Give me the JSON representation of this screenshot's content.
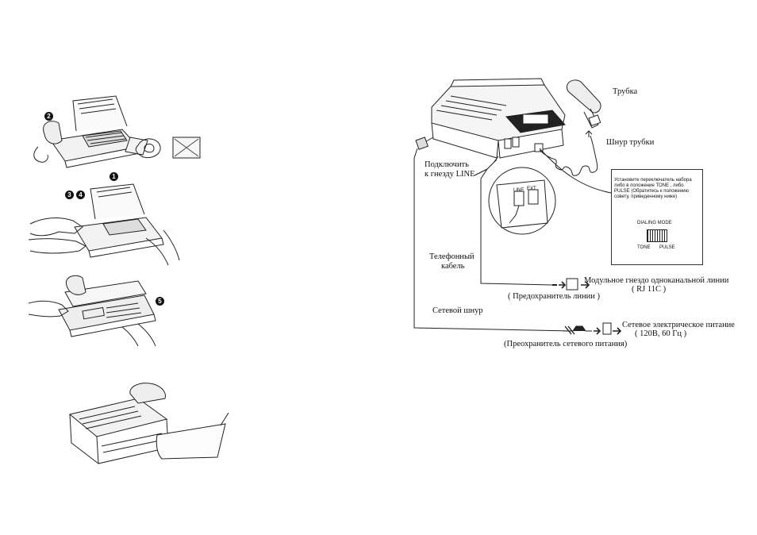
{
  "left_panel": {
    "callouts": {
      "c1": "1",
      "c2": "2",
      "c3": "3",
      "c4": "4",
      "c5": "5"
    }
  },
  "right_panel": {
    "handset": "Трубка",
    "handset_cord": "Шнур трубки",
    "connect_line_1": "Подключить",
    "connect_line_2": "к гнезду LINE",
    "phone_cable_1": "Телефонный",
    "phone_cable_2": "кабель",
    "power_cord": "Сетевой шнур",
    "jack_label": "Модульное гнездо одноканальной линии",
    "jack_code": "( RJ 11C )",
    "line_protector": "( Предохранитель линии )",
    "power_supply": "Сетевое электрическое питание",
    "power_spec": "( 120В, 60 Гц )",
    "power_protector": "(Преохранитель сетевого питания)",
    "port_line": "LINE",
    "port_ext": "EXT",
    "switch_note": "Установите переключатель набора либо в положение TONE , либо PULSE (Обратитесь к положению совету, приведенному ниже)",
    "dialing_mode": "DIALING MODE",
    "tone": "TONE",
    "pulse": "PULSE"
  }
}
